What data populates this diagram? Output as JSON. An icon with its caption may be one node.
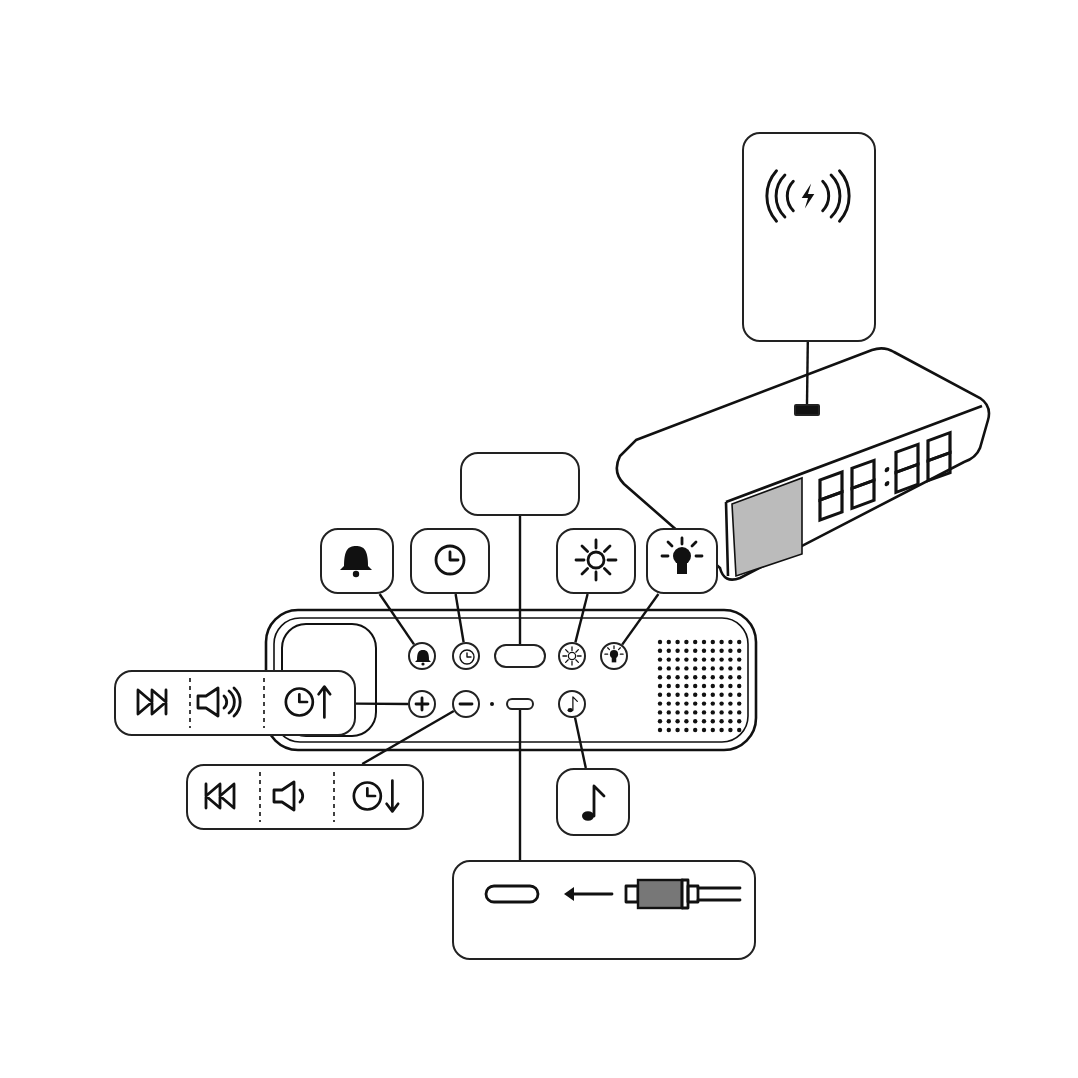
{
  "diagram": {
    "nodes": [
      {
        "text": [],
        "shape": "box"
      },
      {
        "text": [],
        "shape": "box"
      },
      {
        "text": [],
        "shape": "box"
      },
      {
        "text": [],
        "shape": "box"
      },
      {
        "text": [],
        "shape": "box"
      },
      {
        "text": [],
        "shape": "box"
      },
      {
        "text": [],
        "shape": "box"
      },
      {
        "text": [],
        "shape": "circle"
      },
      {
        "text": [],
        "shape": "circle"
      },
      {
        "text": [],
        "shape": "box"
      },
      {
        "text": [],
        "shape": "circle"
      },
      {
        "text": [],
        "shape": "circle"
      },
      {
        "text": [],
        "shape": "box"
      },
      {
        "text": [],
        "shape": "circle"
      },
      {
        "text": [],
        "shape": "circle"
      },
      {
        "text": [],
        "shape": "box"
      },
      {
        "text": [],
        "shape": "circle"
      },
      {
        "text": [],
        "shape": "box"
      },
      {
        "text": [],
        "shape": "box"
      },
      {
        "text": [],
        "shape": "box"
      }
    ],
    "edges": [
      {
        "from": 0,
        "to": 1,
        "arrow": "none"
      },
      {
        "from": 2,
        "to": 9,
        "arrow": "none"
      },
      {
        "from": 3,
        "to": 7,
        "arrow": "none"
      },
      {
        "from": 4,
        "to": 8,
        "arrow": "none"
      },
      {
        "from": 5,
        "to": 10,
        "arrow": "none"
      },
      {
        "from": 6,
        "to": 11,
        "arrow": "none"
      },
      {
        "from": 12,
        "to": 13,
        "arrow": "none"
      },
      {
        "from": 17,
        "to": 14,
        "arrow": "none"
      },
      {
        "from": 18,
        "to": 16,
        "arrow": "none"
      },
      {
        "from": 19,
        "to": 15,
        "arrow": "none"
      }
    ]
  }
}
